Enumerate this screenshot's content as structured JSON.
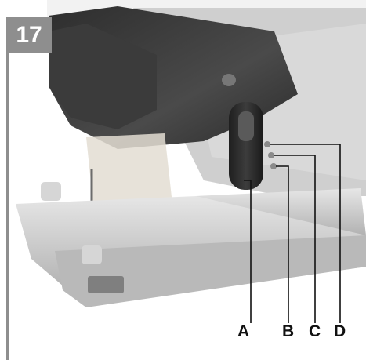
{
  "figure": {
    "number": "17",
    "badge_color": "#8e8e8e"
  },
  "callouts": [
    {
      "label": "A",
      "target": "lever"
    },
    {
      "label": "B",
      "target": "indicator-dot-lower"
    },
    {
      "label": "C",
      "target": "indicator-dot-middle"
    },
    {
      "label": "D",
      "target": "indicator-dot-upper"
    }
  ],
  "subject": {
    "icon": "jigsaw-photo",
    "colors": {
      "housing": "#3a3a3a",
      "metal": "#c9c9c9",
      "background": "#ffffff"
    }
  }
}
